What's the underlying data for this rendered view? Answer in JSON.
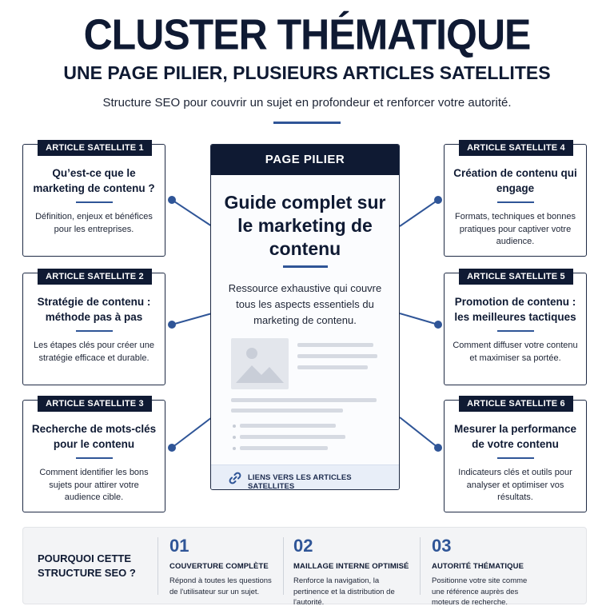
{
  "header": {
    "title": "CLUSTER THÉMATIQUE",
    "subtitle": "UNE PAGE PILIER, PLUSIEURS ARTICLES SATELLITES",
    "tagline": "Structure SEO pour couvrir un sujet en profondeur et renforcer votre autorité."
  },
  "satellites": [
    {
      "tag": "ARTICLE SATELLITE 1",
      "title": "Qu’est-ce que le marketing de contenu ?",
      "desc": "Définition, enjeux et bénéfices pour les entreprises."
    },
    {
      "tag": "ARTICLE SATELLITE 2",
      "title": "Stratégie de contenu : méthode pas à pas",
      "desc": "Les étapes clés pour créer une stratégie efficace et durable."
    },
    {
      "tag": "ARTICLE SATELLITE 3",
      "title": "Recherche de mots-clés pour le contenu",
      "desc": "Comment identifier les bons sujets pour attirer votre audience cible."
    },
    {
      "tag": "ARTICLE SATELLITE 4",
      "title": "Création de contenu qui engage",
      "desc": "Formats, techniques et bonnes pratiques pour captiver votre audience."
    },
    {
      "tag": "ARTICLE SATELLITE 5",
      "title": "Promotion de contenu : les meilleures tactiques",
      "desc": "Comment diffuser votre contenu et maximiser sa portée."
    },
    {
      "tag": "ARTICLE SATELLITE 6",
      "title": "Mesurer la performance de votre contenu",
      "desc": "Indicateurs clés et outils pour analyser et optimiser vos résultats."
    }
  ],
  "pillar": {
    "label": "PAGE PILIER",
    "title": "Guide complet sur le marketing de contenu",
    "desc": "Ressource exhaustive qui couvre tous les aspects essentiels du marketing de contenu.",
    "footer": "LIENS VERS LES ARTICLES SATELLITES",
    "footer_icon": "link-icon"
  },
  "why": {
    "question": "POURQUOI CETTE STRUCTURE SEO ?",
    "points": [
      {
        "num": "01",
        "title": "COUVERTURE COMPLÈTE",
        "desc": "Répond à toutes les questions de l'utilisateur sur un sujet."
      },
      {
        "num": "02",
        "title": "MAILLAGE INTERNE OPTIMISÉ",
        "desc": "Renforce la navigation, la pertinence et la distribution de l'autorité."
      },
      {
        "num": "03",
        "title": "AUTORITÉ THÉMATIQUE",
        "desc": "Positionne votre site comme une référence auprès des moteurs de recherche."
      }
    ]
  },
  "colors": {
    "navy": "#0f1a33",
    "accent": "#2f5597",
    "panel": "#f3f4f6"
  }
}
